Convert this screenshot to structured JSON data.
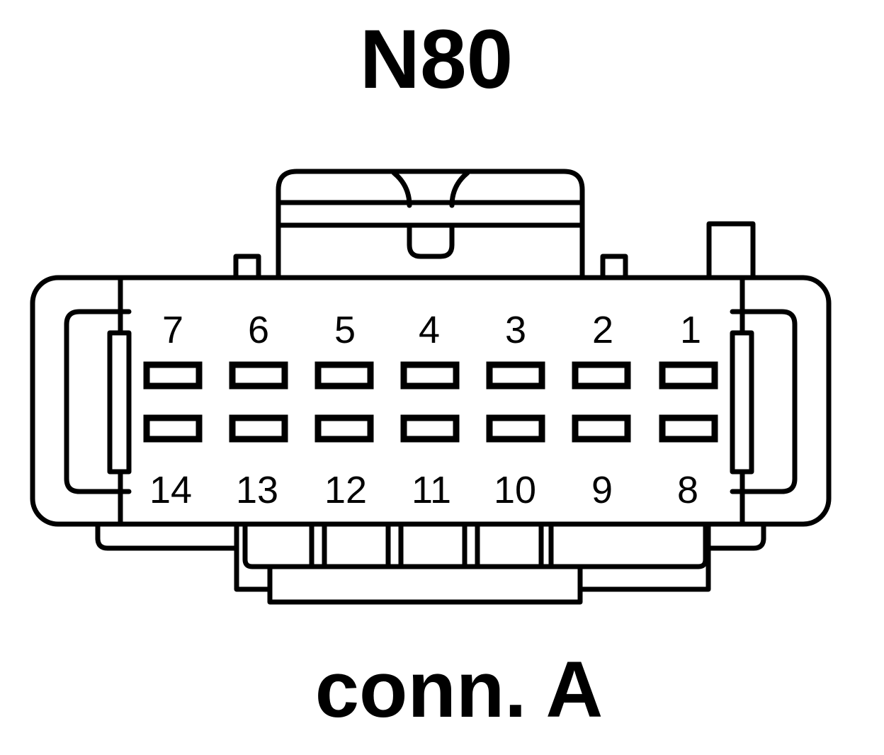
{
  "diagram": {
    "title": "N80",
    "subtitle": "conn. A",
    "pins_top": [
      "7",
      "6",
      "5",
      "4",
      "3",
      "2",
      "1"
    ],
    "pins_bottom": [
      "14",
      "13",
      "12",
      "11",
      "10",
      "9",
      "8"
    ],
    "line_color": "#000000",
    "background_color": "#ffffff"
  }
}
